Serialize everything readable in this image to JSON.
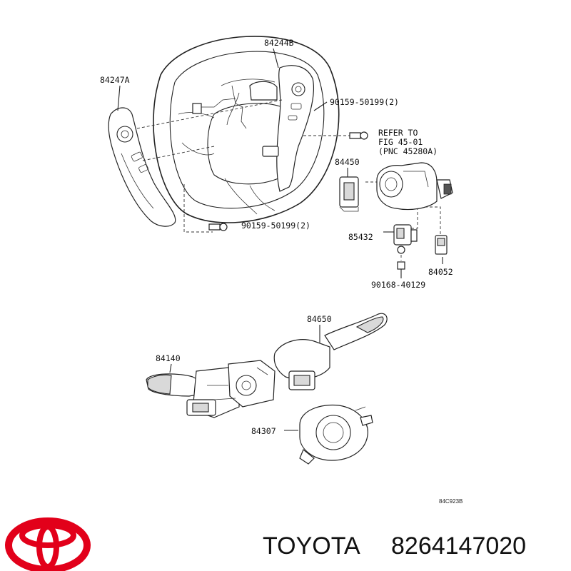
{
  "callouts": {
    "horn_pad": "84244B",
    "left_switch": "84247A",
    "screw_upper": "90159-50199(2)",
    "screw_lower": "90159-50199(2)",
    "refer_line1": "REFER TO",
    "refer_line2": "FIG 45-01",
    "refer_line3": "(PNC 45280A)",
    "switch_84450": "84450",
    "sensor_85432": "85432",
    "connector_84052": "84052",
    "screw_90168": "90168-40129",
    "wiper_switch": "84650",
    "turn_switch": "84140",
    "spiral_cable": "84307"
  },
  "diagram_code": "84C923B",
  "brand": {
    "name": "TOYOTA",
    "part_number": "8264147020",
    "logo_color": "#e2001a"
  }
}
